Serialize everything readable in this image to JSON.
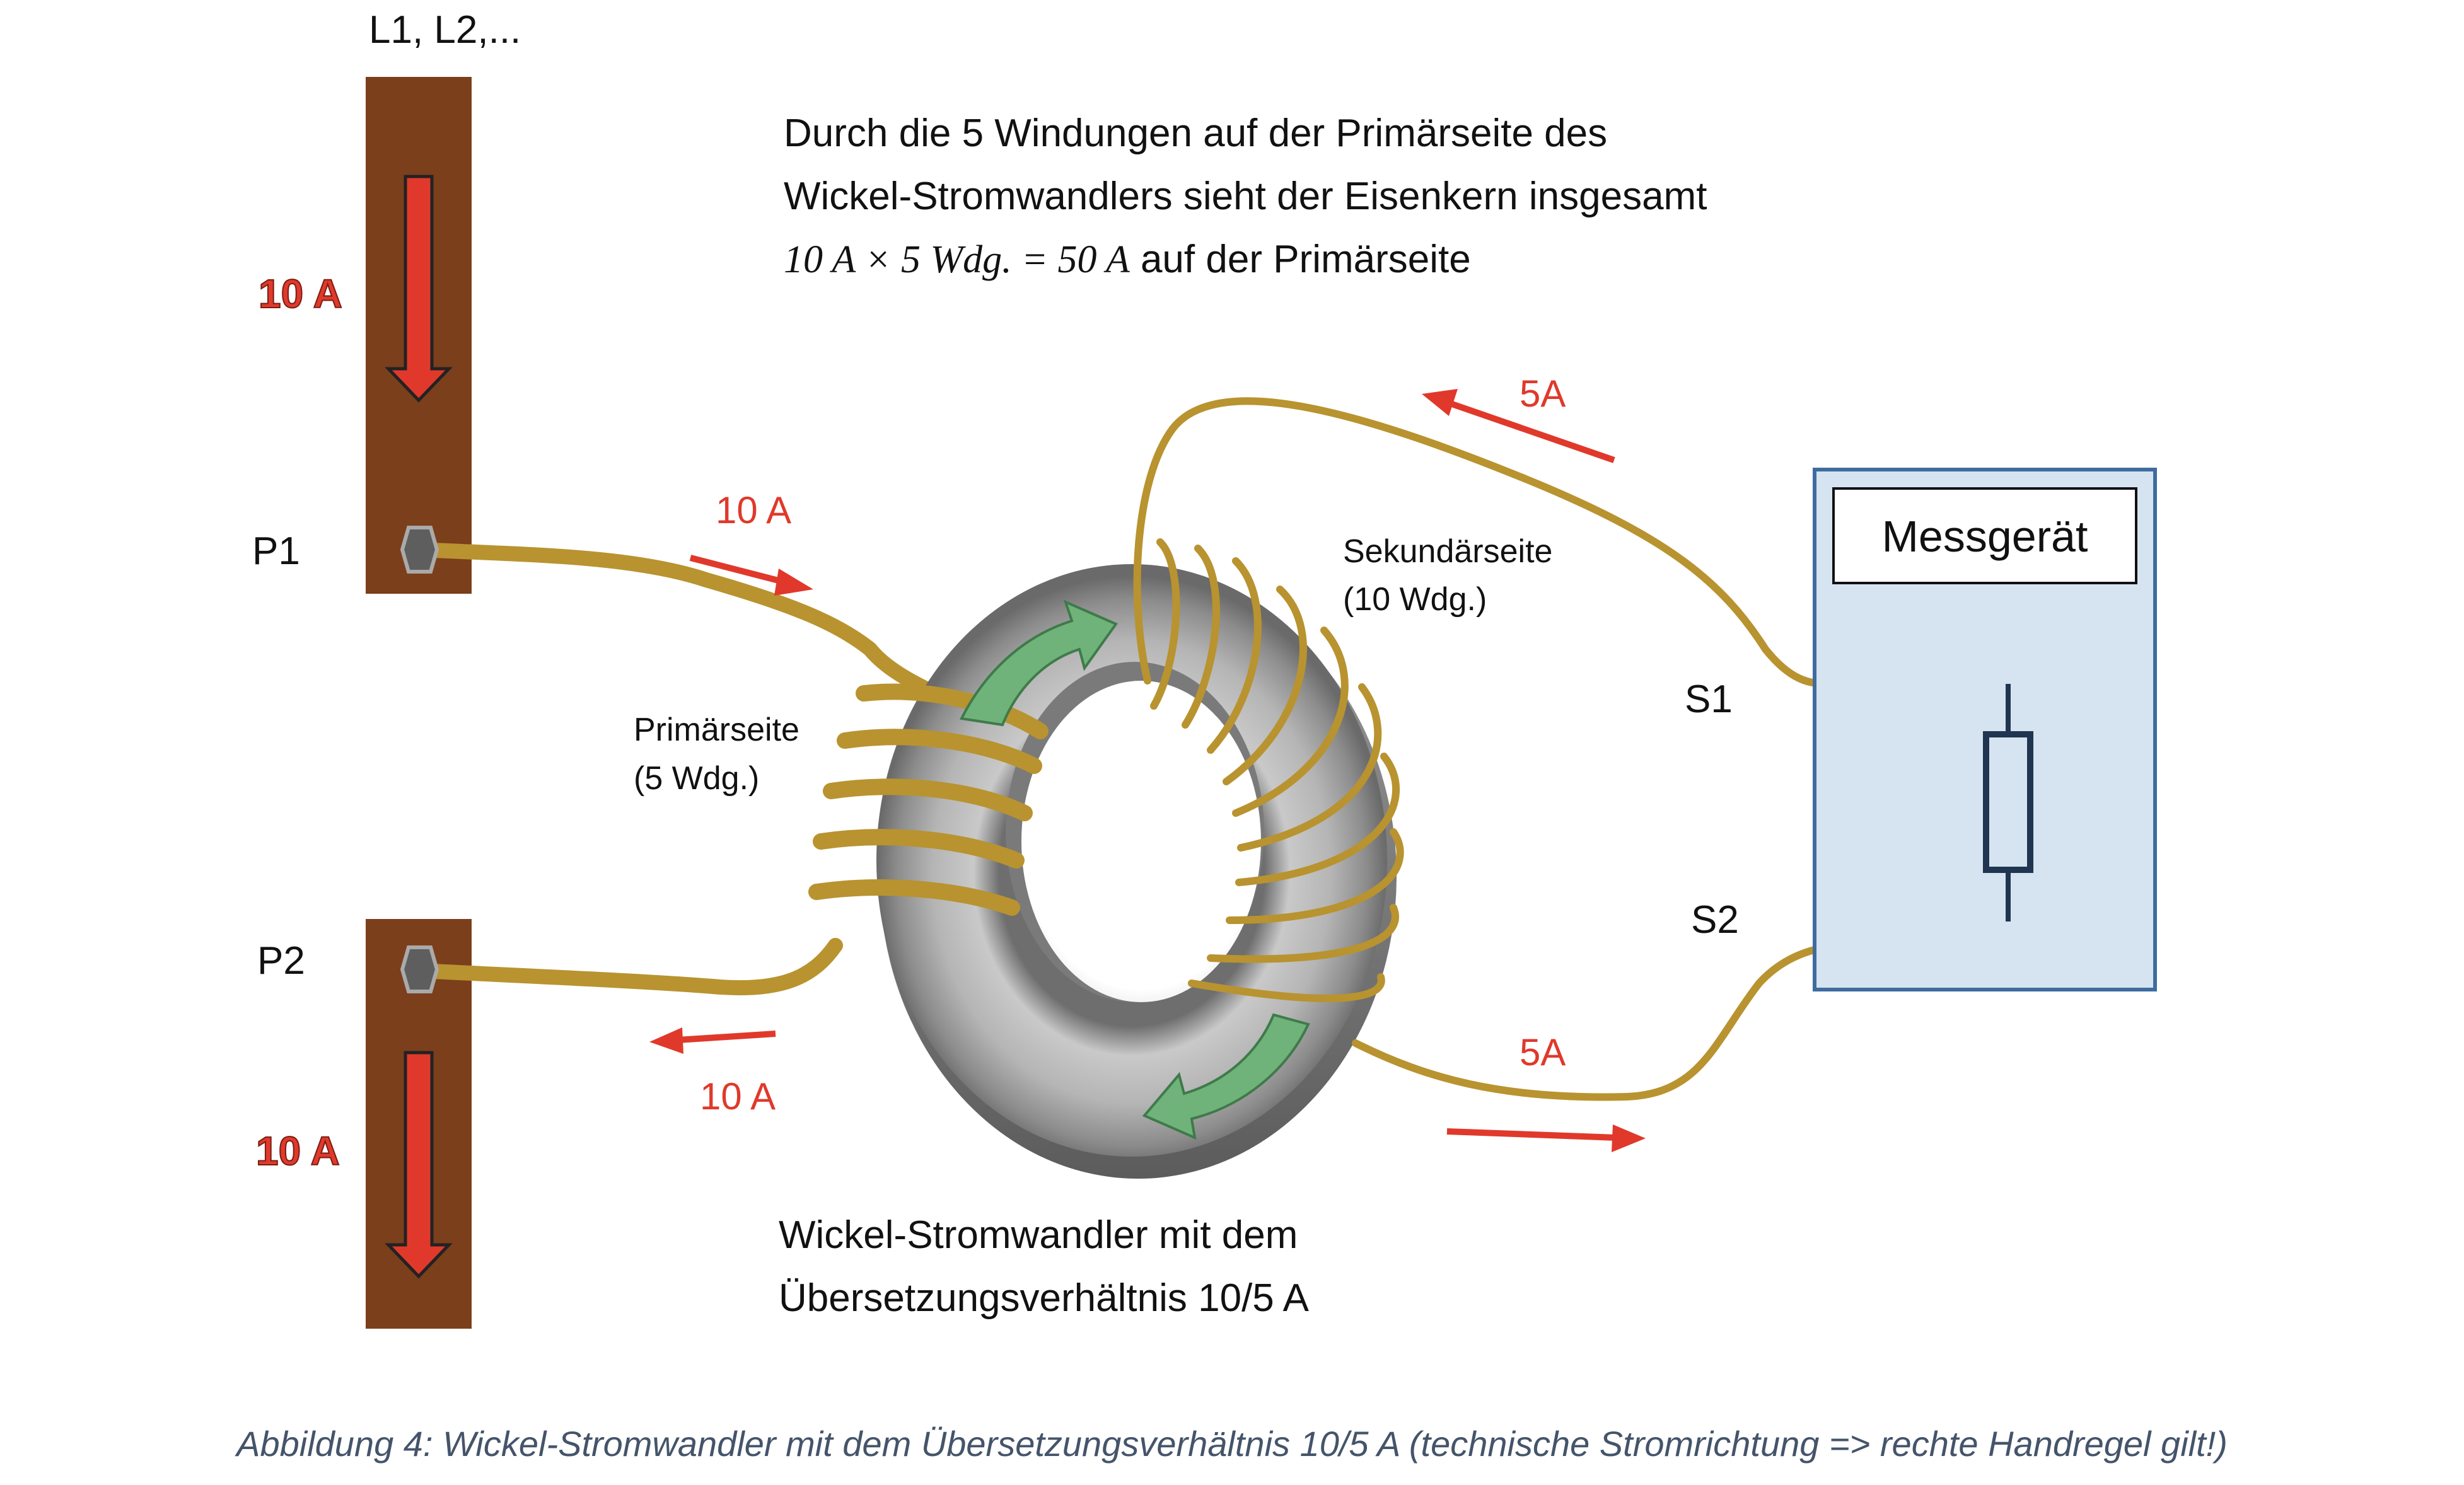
{
  "colors": {
    "busbar": "#7b3f1c",
    "wire": "#b8932f",
    "arrow_red": "#e0392b",
    "arrow_green": "#6fb27a",
    "meter_fill": "#d6e4f2",
    "meter_stroke": "#3f6c9e",
    "caption": "#44546a",
    "core": "#a6a6a6"
  },
  "labels": {
    "phase": "L1, L2,...",
    "p1": "P1",
    "p2": "P2",
    "s1": "S1",
    "s2": "S2",
    "bus_current_top": "10 A",
    "bus_current_bottom": "10 A",
    "primary_in_current": "10 A",
    "primary_out_current": "10 A",
    "secondary_top_current": "5A",
    "secondary_bottom_current": "5A",
    "primary_side": "Primärseite",
    "primary_turns": "(5 Wdg.)",
    "secondary_side": "Sekundärseite",
    "secondary_turns": "(10 Wdg.)",
    "meter": "Messgerät"
  },
  "text_block": {
    "line1": "Durch die 5 Windungen auf der Primärseite des",
    "line2": "Wickel-Stromwandlers sieht der Eisenkern insgesamt",
    "line3_equation": "10 A × 5 Wdg. = 50 A",
    "line3_rest": " auf der Primärseite"
  },
  "transformer_caption": {
    "line1": "Wickel-Stromwandler mit dem",
    "line2": "Übersetzungsverhältnis 10/5 A"
  },
  "figure_caption": "Abbildung 4: Wickel-Stromwandler mit dem Übersetzungsverhältnis 10/5 A (technische Stromrichtung => rechte Handregel gilt!)"
}
